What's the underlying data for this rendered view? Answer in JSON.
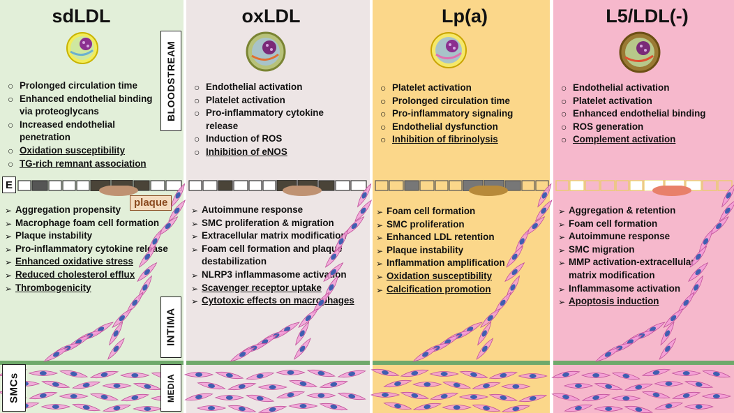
{
  "labels": {
    "endothelium": "E",
    "plaque": "plaque",
    "bloodstream": "BLOODSTREAM",
    "intima": "INTIMA",
    "smcs": "SMCs",
    "media": "MEDIA"
  },
  "colors": {
    "sdLDL": "#e2efd9",
    "oxLDL": "#ede5e5",
    "lpa": "#fbd78a",
    "l5": "#f6b8cc",
    "smc_cell": "#f49ad7",
    "smc_nucleus": "#3f5fb0",
    "media_band": "#6fa96b"
  },
  "panels": [
    {
      "title": "sdLDL",
      "blood": [
        {
          "text": "Prolonged circulation time",
          "u": false
        },
        {
          "text": "Enhanced endothelial binding via proteoglycans",
          "u": false
        },
        {
          "text": "Increased endothelial penetration",
          "u": false
        },
        {
          "text": "Oxidation susceptibility",
          "u": true
        },
        {
          "text": "TG-rich remnant association",
          "u": true
        }
      ],
      "intima": [
        {
          "text": "Aggregation propensity",
          "u": false
        },
        {
          "text": "Macrophage foam cell formation",
          "u": false
        },
        {
          "text": "Plaque instability",
          "u": false
        },
        {
          "text": "Pro-inflammatory cytokine release",
          "u": false
        },
        {
          "text": "Enhanced oxidative stress",
          "u": true
        },
        {
          "text": "Reduced cholesterol efflux",
          "u": true
        },
        {
          "text": "Thrombogenicity",
          "u": true
        }
      ]
    },
    {
      "title": "oxLDL",
      "blood": [
        {
          "text": "Endothelial activation",
          "u": false
        },
        {
          "text": "Platelet activation",
          "u": false
        },
        {
          "text": "Pro-inflammatory cytokine release",
          "u": false
        },
        {
          "text": "Induction of ROS",
          "u": false
        },
        {
          "text": "Inhibition of eNOS",
          "u": true
        }
      ],
      "intima": [
        {
          "text": "Autoimmune response",
          "u": false
        },
        {
          "text": "SMC proliferation & migration",
          "u": false
        },
        {
          "text": "Extracellular matrix modification",
          "u": false
        },
        {
          "text": "Foam cell formation and plaque destabilization",
          "u": false
        },
        {
          "text": "NLRP3 inflammasome activation",
          "u": false
        },
        {
          "text": "Scavenger receptor uptake",
          "u": true
        },
        {
          "text": "Cytotoxic effects on macrophages",
          "u": true
        }
      ]
    },
    {
      "title": "Lp(a)",
      "blood": [
        {
          "text": "Platelet activation",
          "u": false
        },
        {
          "text": "Prolonged circulation time",
          "u": false
        },
        {
          "text": "Pro-inflammatory signaling",
          "u": false
        },
        {
          "text": "Endothelial dysfunction",
          "u": false
        },
        {
          "text": "Inhibition of fibrinolysis",
          "u": true
        }
      ],
      "intima": [
        {
          "text": "Foam cell formation",
          "u": false
        },
        {
          "text": "SMC proliferation",
          "u": false
        },
        {
          "text": "Enhanced LDL retention",
          "u": false
        },
        {
          "text": "Plaque instability",
          "u": false
        },
        {
          "text": "Inflammation amplification",
          "u": false
        },
        {
          "text": "Oxidation susceptibility",
          "u": true
        },
        {
          "text": "Calcification promotion",
          "u": true
        }
      ]
    },
    {
      "title": "L5/LDL(-)",
      "blood": [
        {
          "text": "Endothelial activation",
          "u": false
        },
        {
          "text": "Platelet activation",
          "u": false
        },
        {
          "text": "Enhanced endothelial binding",
          "u": false
        },
        {
          "text": "ROS generation",
          "u": false
        },
        {
          "text": "Complement activation",
          "u": true
        }
      ],
      "intima": [
        {
          "text": "Aggregation & retention",
          "u": false
        },
        {
          "text": "Foam cell formation",
          "u": false
        },
        {
          "text": "Autoimmune response",
          "u": false
        },
        {
          "text": "SMC migration",
          "u": false
        },
        {
          "text": "MMP activation-extracellular matrix modification",
          "u": false
        },
        {
          "text": "Inflammasome activation",
          "u": false
        },
        {
          "text": "Apoptosis induction",
          "u": true
        }
      ]
    }
  ]
}
